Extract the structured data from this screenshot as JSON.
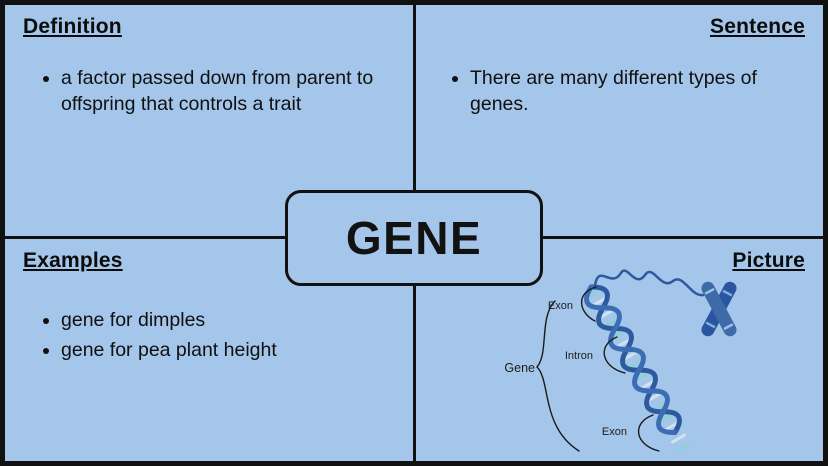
{
  "title": "GENE",
  "quadrants": {
    "definition": {
      "heading": "Definition",
      "bullets": [
        "a factor passed down from parent to offspring that controls a trait"
      ]
    },
    "sentence": {
      "heading": "Sentence",
      "bullets": [
        "There are many different types of genes."
      ]
    },
    "examples": {
      "heading": "Examples",
      "bullets": [
        "gene for dimples",
        "gene for pea plant height"
      ]
    },
    "picture": {
      "heading": "Picture",
      "labels": {
        "exon_top": "Exon",
        "intron": "Intron",
        "gene": "Gene",
        "exon_bottom": "Exon"
      }
    }
  },
  "colors": {
    "background": "#a4c6ea",
    "line": "#111111",
    "dna_strand_dark": "#2d5a9e",
    "dna_strand_mid": "#3c6cb4",
    "dna_rung_teal": "#8fd0d6",
    "dna_rung_light": "#cfe4f0",
    "chromosome_dark": "#2b55a0",
    "chromosome_mid": "#3f6aa8"
  }
}
